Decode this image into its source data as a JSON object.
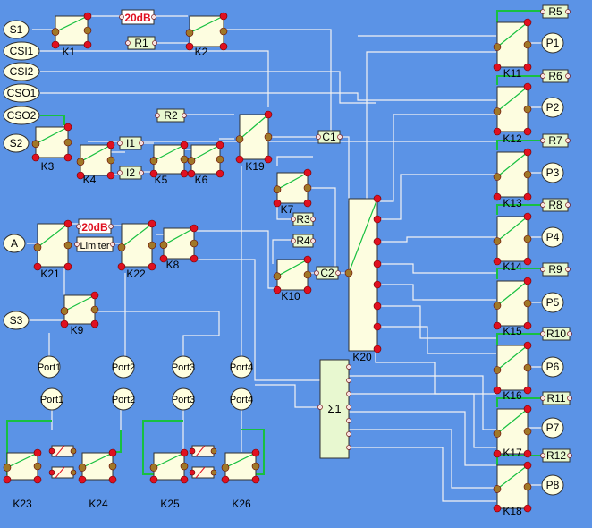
{
  "colors": {
    "background": "#5b93e6",
    "box": "#fdfde0",
    "red": "#e01020",
    "brown": "#a07828",
    "green": "#18c040",
    "wire": "#f2f2f2",
    "label_bg": "#e8f8d0",
    "dB_text": "#e01020"
  },
  "sources": [
    {
      "id": "S1",
      "label": "S1"
    },
    {
      "id": "CSI1",
      "label": "CSI1"
    },
    {
      "id": "CSI2",
      "label": "CSI2"
    },
    {
      "id": "CSO1",
      "label": "CSO1"
    },
    {
      "id": "CSO2",
      "label": "CSO2"
    },
    {
      "id": "S2",
      "label": "S2"
    },
    {
      "id": "A",
      "label": "A"
    },
    {
      "id": "S3",
      "label": "S3"
    }
  ],
  "switches": [
    {
      "id": "K1",
      "label": "K1"
    },
    {
      "id": "K2",
      "label": "K2"
    },
    {
      "id": "K3",
      "label": "K3"
    },
    {
      "id": "K4",
      "label": "K4"
    },
    {
      "id": "K5",
      "label": "K5"
    },
    {
      "id": "K6",
      "label": "K6"
    },
    {
      "id": "K7",
      "label": "K7"
    },
    {
      "id": "K8",
      "label": "K8"
    },
    {
      "id": "K9",
      "label": "K9"
    },
    {
      "id": "K10",
      "label": "K10"
    },
    {
      "id": "K11",
      "label": "K11"
    },
    {
      "id": "K12",
      "label": "K12"
    },
    {
      "id": "K13",
      "label": "K13"
    },
    {
      "id": "K14",
      "label": "K14"
    },
    {
      "id": "K15",
      "label": "K15"
    },
    {
      "id": "K16",
      "label": "K16"
    },
    {
      "id": "K17",
      "label": "K17"
    },
    {
      "id": "K18",
      "label": "K18"
    },
    {
      "id": "K19",
      "label": "K19"
    },
    {
      "id": "K20",
      "label": "K20"
    },
    {
      "id": "K21",
      "label": "K21"
    },
    {
      "id": "K22",
      "label": "K22"
    },
    {
      "id": "K23",
      "label": "K23"
    },
    {
      "id": "K24",
      "label": "K24"
    },
    {
      "id": "K25",
      "label": "K25"
    },
    {
      "id": "K26",
      "label": "K26"
    }
  ],
  "labels": [
    {
      "id": "20dB_1",
      "label": "20dB"
    },
    {
      "id": "R1",
      "label": "R1"
    },
    {
      "id": "R2",
      "label": "R2"
    },
    {
      "id": "I1",
      "label": "I1"
    },
    {
      "id": "I2",
      "label": "I2"
    },
    {
      "id": "C1",
      "label": "C1"
    },
    {
      "id": "R3",
      "label": "R3"
    },
    {
      "id": "R4",
      "label": "R4"
    },
    {
      "id": "C2",
      "label": "C2"
    },
    {
      "id": "20dB_2",
      "label": "20dB"
    },
    {
      "id": "Limiter",
      "label": "Limiter"
    },
    {
      "id": "R5",
      "label": "R5"
    },
    {
      "id": "R6",
      "label": "R6"
    },
    {
      "id": "R7",
      "label": "R7"
    },
    {
      "id": "R8",
      "label": "R8"
    },
    {
      "id": "R9",
      "label": "R9"
    },
    {
      "id": "R10",
      "label": "R10"
    },
    {
      "id": "R11",
      "label": "R11"
    },
    {
      "id": "R12",
      "label": "R12"
    }
  ],
  "outputs": [
    {
      "id": "P1",
      "label": "P1"
    },
    {
      "id": "P2",
      "label": "P2"
    },
    {
      "id": "P3",
      "label": "P3"
    },
    {
      "id": "P4",
      "label": "P4"
    },
    {
      "id": "P5",
      "label": "P5"
    },
    {
      "id": "P6",
      "label": "P6"
    },
    {
      "id": "P7",
      "label": "P7"
    },
    {
      "id": "P8",
      "label": "P8"
    }
  ],
  "ports": [
    {
      "id": "Port1a",
      "label": "Port1"
    },
    {
      "id": "Port2a",
      "label": "Port2"
    },
    {
      "id": "Port3a",
      "label": "Port3"
    },
    {
      "id": "Port4a",
      "label": "Port4"
    },
    {
      "id": "Port1b",
      "label": "Port1"
    },
    {
      "id": "Port2b",
      "label": "Port2"
    },
    {
      "id": "Port3b",
      "label": "Port3"
    },
    {
      "id": "Port4b",
      "label": "Port4"
    }
  ],
  "summer": {
    "id": "SUM1",
    "label": "Σ1"
  }
}
